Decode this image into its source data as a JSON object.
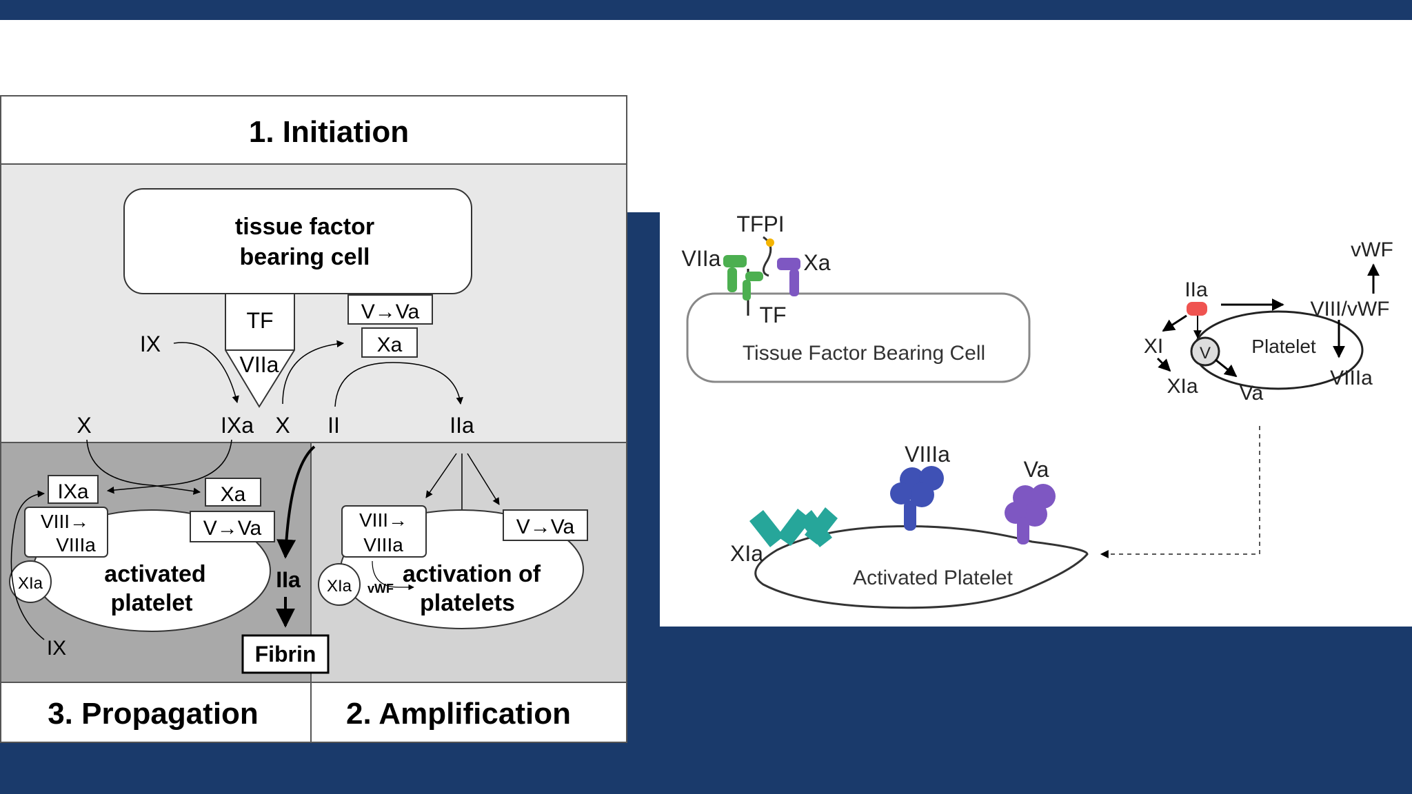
{
  "left_diagram": {
    "title_initiation": "1. Initiation",
    "title_propagation": "3. Propagation",
    "title_amplification": "2. Amplification",
    "tf_cell_line1": "tissue factor",
    "tf_cell_line2": "bearing cell",
    "tf": "TF",
    "viia": "VIIa",
    "v_to_va_top": "V→Va",
    "xa_top": "Xa",
    "ix_top": "IX",
    "x_left": "X",
    "ixa_center": "IXa",
    "x_center": "X",
    "ii": "II",
    "iia_top": "IIa",
    "prop_ixa": "IXa",
    "prop_xa": "Xa",
    "prop_viii_1": "VIII→",
    "prop_viii_2": "VIIIa",
    "prop_v_va": "V→Va",
    "prop_xia": "XIa",
    "activated_platelet_1": "activated",
    "activated_platelet_2": "platelet",
    "prop_iia": "IIa",
    "prop_ix": "IX",
    "fibrin": "Fibrin",
    "amp_viii_1": "VIII→",
    "amp_viii_2": "VIIIa",
    "amp_v_va": "V→Va",
    "amp_xia": "XIa",
    "amp_vwf": "vWF",
    "amp_platelet_1": "activation of",
    "amp_platelet_2": "platelets"
  },
  "right_diagram": {
    "tfpi": "TFPI",
    "viia": "VIIa",
    "xa": "Xa",
    "tf": "TF",
    "tf_cell": "Tissue Factor Bearing Cell",
    "vwf": "vWF",
    "iia": "IIa",
    "viii_vwf": "VIII/vWF",
    "xi": "XI",
    "v": "V",
    "platelet": "Platelet",
    "xia": "XIa",
    "va": "Va",
    "viiia": "VIIIa",
    "bottom_viiia": "VIIIa",
    "bottom_va": "Va",
    "bottom_xia": "XIa",
    "activated_platelet": "Activated Platelet"
  },
  "colors": {
    "background": "#1a3a6b",
    "initiation_panel": "#e8e8e8",
    "propagation_panel": "#a9a9a9",
    "amplification_panel": "#d3d3d3",
    "green_protein": "#4caf50",
    "purple_protein": "#7e57c2",
    "blue_protein": "#3f51b5",
    "teal_protein": "#26a69a",
    "red_protein": "#ef5350"
  }
}
